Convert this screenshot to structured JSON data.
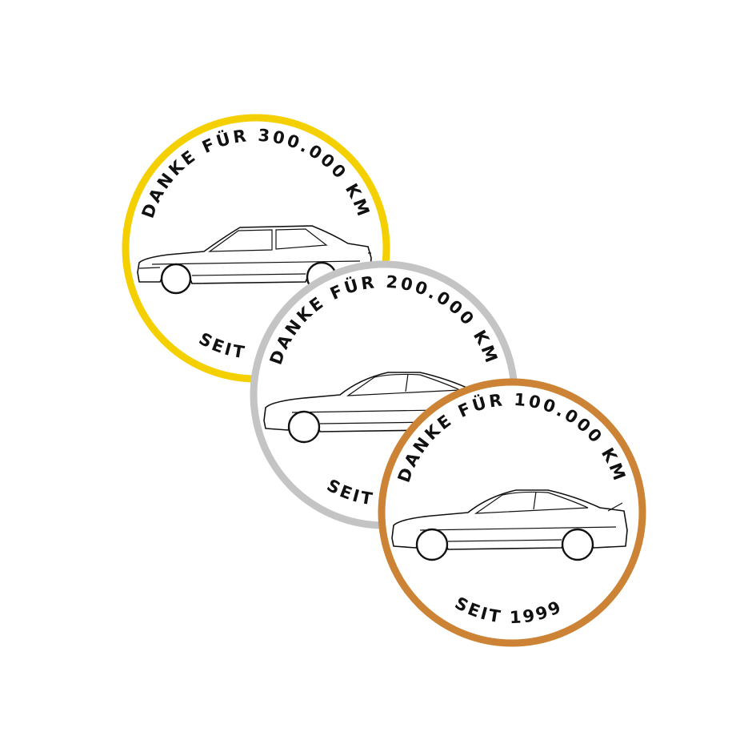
{
  "badges": [
    {
      "top_text": "DANKE FÜR 300.000 KM",
      "bottom_text": "SEIT",
      "ring_color": "#F5D000",
      "car": "sedan"
    },
    {
      "top_text": "DANKE FÜR 200.000 KM",
      "bottom_text": "SEIT",
      "ring_color": "#C4C4C4",
      "car": "coupe"
    },
    {
      "top_text": "DANKE FÜR 100.000 KM",
      "bottom_text": "SEIT 1999",
      "ring_color": "#CD8335",
      "car": "coupe"
    }
  ]
}
